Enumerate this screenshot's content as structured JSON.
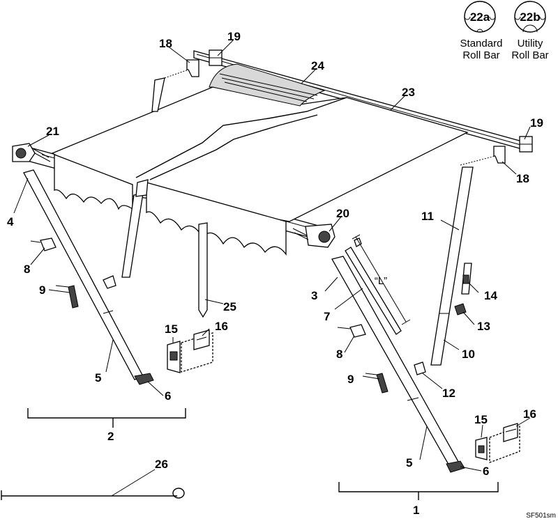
{
  "callouts": {
    "n1": "1",
    "n2": "2",
    "n3": "3",
    "n4": "4",
    "n5a": "5",
    "n5b": "5",
    "n6a": "6",
    "n6b": "6",
    "n7": "7",
    "n8a": "8",
    "n8b": "8",
    "n9a": "9",
    "n9b": "9",
    "n10": "10",
    "n11": "11",
    "n12": "12",
    "n13": "13",
    "n14": "14",
    "n15a": "15",
    "n15b": "15",
    "n16a": "16",
    "n16b": "16",
    "n18a": "18",
    "n18b": "18",
    "n19a": "19",
    "n19b": "19",
    "n20": "20",
    "n21": "21",
    "n23": "23",
    "n24": "24",
    "n25": "25",
    "n26": "26"
  },
  "legend": {
    "a_code": "22a",
    "a_line1": "Standard",
    "a_line2": "Roll Bar",
    "b_code": "22b",
    "b_line1": "Utility",
    "b_line2": "Roll Bar"
  },
  "dimension_label": "“L”",
  "figure_code": "SF501sm"
}
